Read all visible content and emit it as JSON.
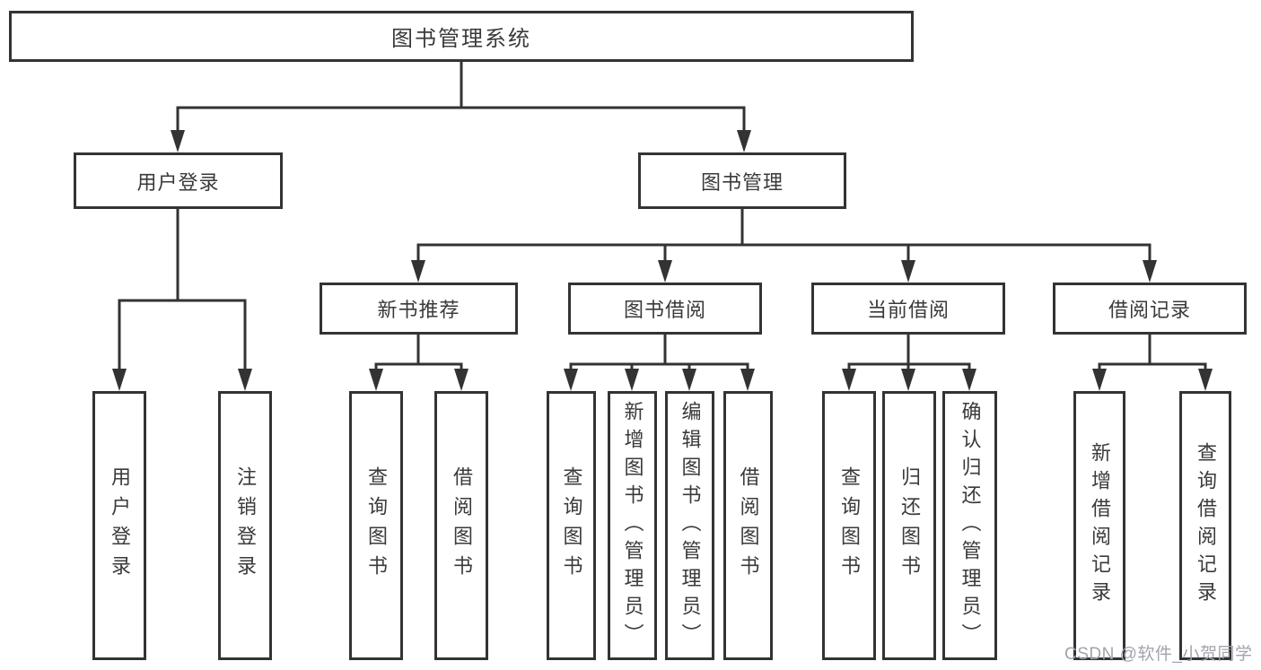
{
  "colors": {
    "line": "#333333",
    "text": "#3a3a3a",
    "box_background": "#ffffff",
    "watermark": "#a3a3ad",
    "background": "#ffffff"
  },
  "tree": {
    "root": {
      "label": "图书管理系统"
    },
    "branches": [
      {
        "label": "用户登录",
        "children": [
          {
            "label": "用户登录"
          },
          {
            "label": "注销登录"
          }
        ]
      },
      {
        "label": "图书管理",
        "children": [
          {
            "label": "新书推荐",
            "children": [
              {
                "label": "查询图书"
              },
              {
                "label": "借阅图书"
              }
            ]
          },
          {
            "label": "图书借阅",
            "children": [
              {
                "label": "查询图书"
              },
              {
                "label": "新增图书（管理员）"
              },
              {
                "label": "编辑图书（管理员）"
              },
              {
                "label": "借阅图书"
              }
            ]
          },
          {
            "label": "当前借阅",
            "children": [
              {
                "label": "查询图书"
              },
              {
                "label": "归还图书"
              },
              {
                "label": "确认归还（管理员）"
              }
            ]
          },
          {
            "label": "借阅记录",
            "children": [
              {
                "label": "新增借阅记录"
              },
              {
                "label": "查询借阅记录"
              }
            ]
          }
        ]
      }
    ]
  },
  "watermark": {
    "text": "CSDN @软件_小贺同学"
  }
}
